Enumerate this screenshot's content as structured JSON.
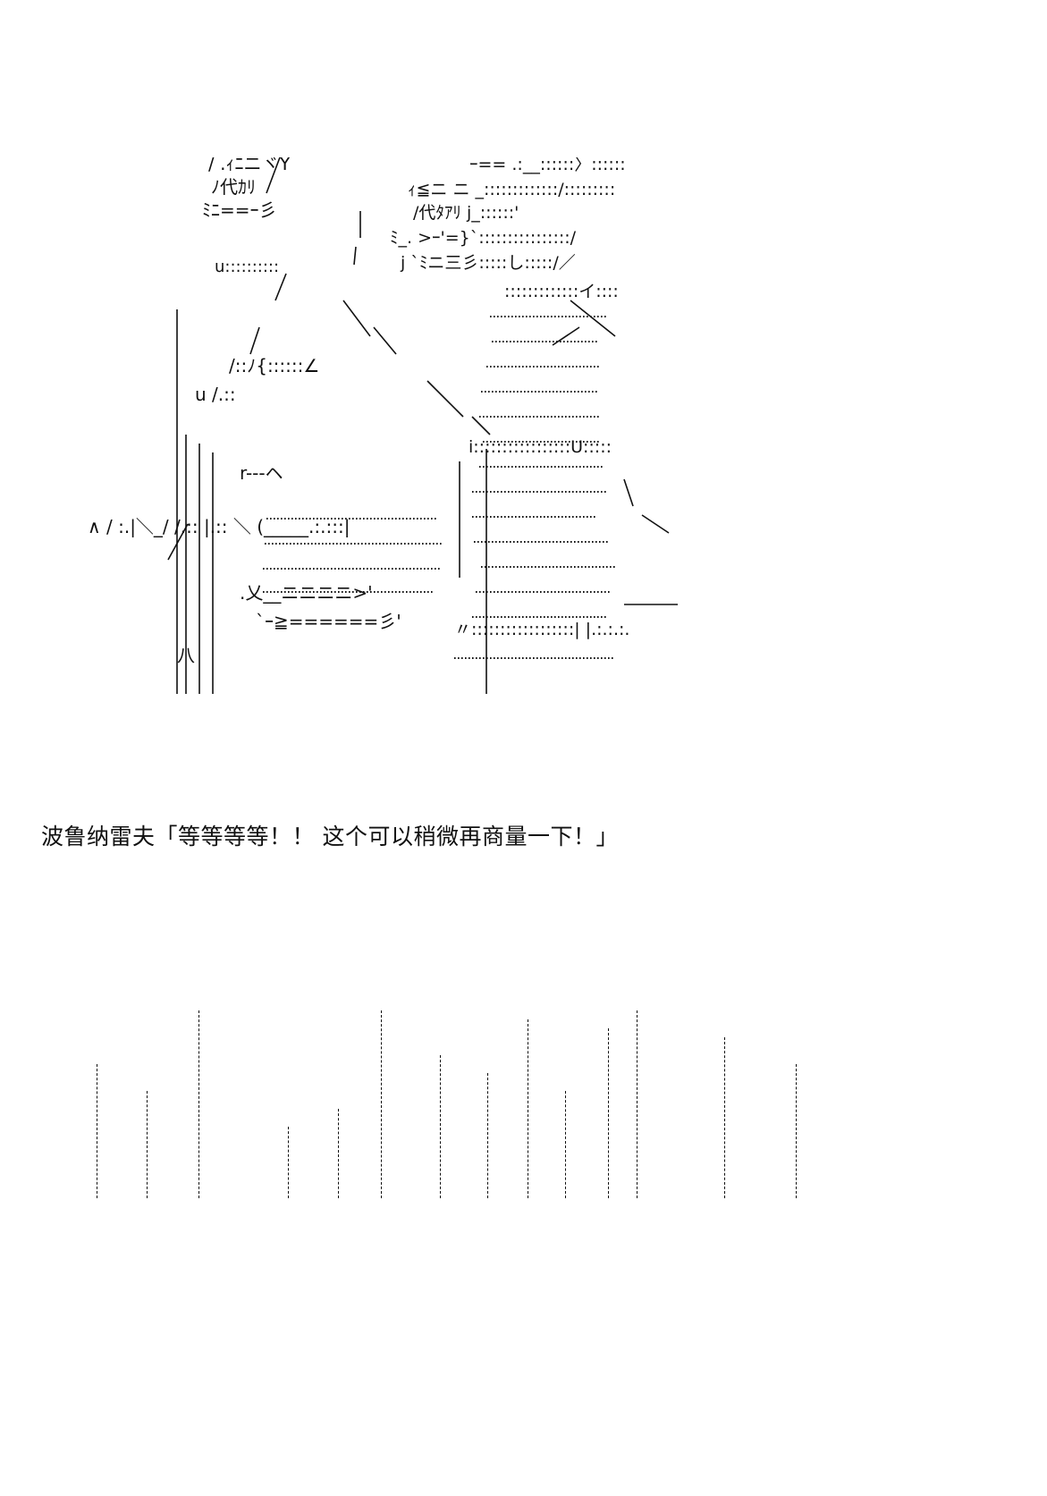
{
  "dialogue": {
    "text": "波鲁纳雷夫「等等等等！！ 这个可以稍微再商量一下！」"
  },
  "ascii_art": {
    "fragments": [
      {
        "text": "/ .ｨﾆニヾY",
        "style": "normal"
      },
      {
        "text": "ﾉ代ｶﾘ",
        "style": "normal"
      },
      {
        "text": "ﾐﾆ==ｰ彡",
        "style": "normal"
      },
      {
        "text": "u::::::::::",
        "style": "dots"
      },
      {
        "text": "/::ﾉ{::::::∠",
        "style": "normal"
      },
      {
        "text": "u /.::",
        "style": "normal"
      },
      {
        "text": "r-‐‐ヘ",
        "style": "normal"
      },
      {
        "text": ".乂__ニニニニ>'",
        "style": "normal"
      },
      {
        "text": "`ｰ≧======彡'",
        "style": "normal"
      },
      {
        "text": "八",
        "style": "normal"
      },
      {
        "text": "｀ｰ== .:__::::::〉::::::",
        "style": "normal"
      },
      {
        "text": "ｨ≦ニ ニ _:::::::::::::/:::::::::",
        "style": "normal"
      },
      {
        "text": "/代ﾀｱﾘ j_::::::'",
        "style": "normal"
      },
      {
        "text": "ﾐ_. >ｰ'=}`::::::::::::::::/",
        "style": "normal"
      },
      {
        "text": "j `ﾐニ三彡:::::し:::::/／",
        "style": "normal"
      },
      {
        "text": ":::::::::::::イ::::",
        "style": "dots"
      },
      {
        "text": "i:::::::::::::::::U:::::",
        "style": "dots"
      },
      {
        "text": "〃::::::::::::::::::| |.:.:.:.",
        "style": "dots"
      },
      {
        "text": "∧ / :.|＼_/ /.:: |.:: ＼ (_____.:.:::|",
        "style": "normal"
      }
    ]
  },
  "rain": {
    "lines": [
      "|  |  |  |  |",
      "|| |  ||  !|",
      "|  |i  !!  ii",
      "|  ||  !|  |"
    ]
  }
}
